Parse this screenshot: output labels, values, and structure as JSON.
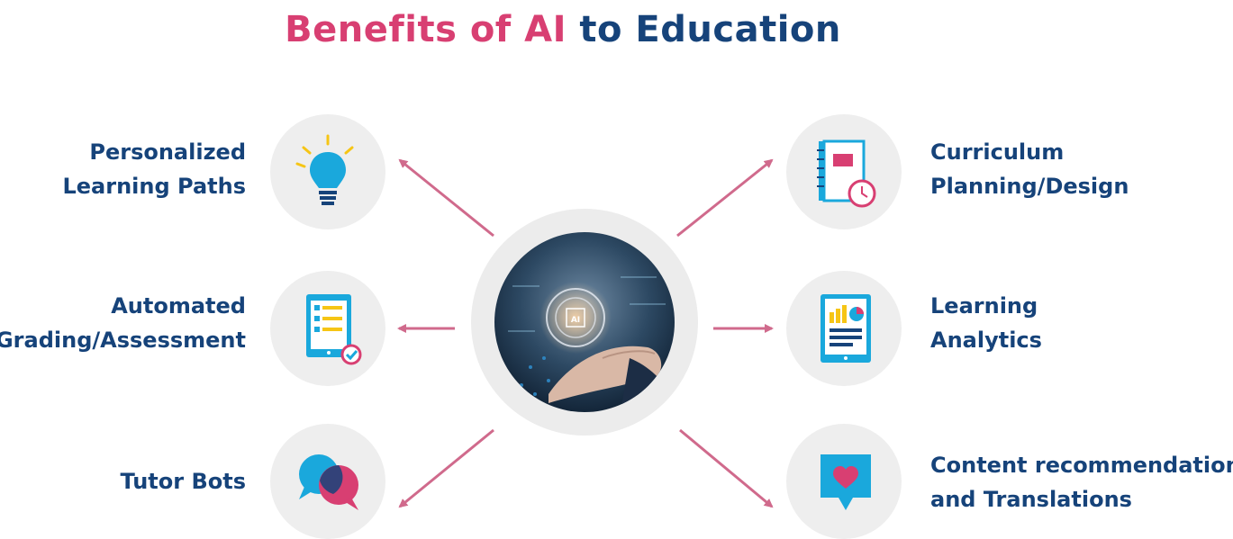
{
  "title": {
    "part1": "Benefits of AI",
    "part2": "to Education"
  },
  "colors": {
    "pink": "#d83f72",
    "navy": "#16437a",
    "cyan": "#1aa8dc",
    "yellow": "#f6c515"
  },
  "benefits": {
    "left": [
      {
        "line1": "Personalized",
        "line2": "Learning Paths",
        "icon": "lightbulb-icon"
      },
      {
        "line1": "Automated",
        "line2": "Grading/Assessment",
        "icon": "clipboard-check-icon"
      },
      {
        "line1": "Tutor Bots",
        "line2": "",
        "icon": "chat-bubbles-icon"
      }
    ],
    "right": [
      {
        "line1": "Curriculum",
        "line2": "Planning/Design",
        "icon": "notebook-clock-icon"
      },
      {
        "line1": "Learning",
        "line2": "Analytics",
        "icon": "analytics-tablet-icon"
      },
      {
        "line1": "Content recommendations",
        "line2": "and Translations",
        "icon": "heart-message-icon"
      }
    ]
  },
  "hub": {
    "icon_text": "AI",
    "icon": "ai-hand-image"
  }
}
